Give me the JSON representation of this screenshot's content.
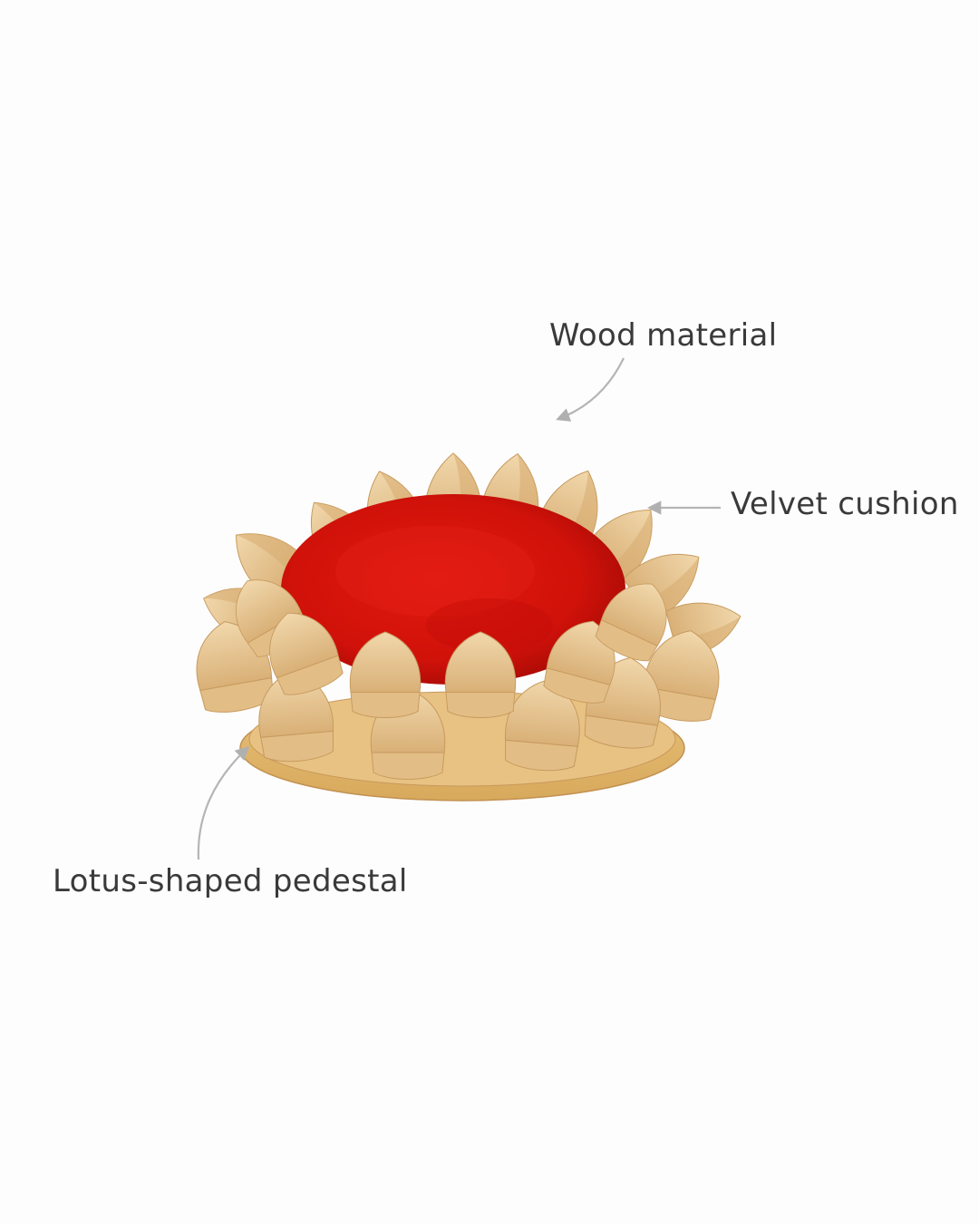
{
  "image": {
    "description": "Wooden lotus-shaped pedestal with red velvet cushion, annotated with callouts",
    "background_color": "#fdfdfd"
  },
  "callouts": [
    {
      "id": "wood",
      "label": "Wood material",
      "arrow_direction": "curved-down-left"
    },
    {
      "id": "velvet",
      "label": "Velvet cushion",
      "arrow_direction": "left"
    },
    {
      "id": "lotus",
      "label": "Lotus-shaped pedestal",
      "arrow_direction": "curved-up-right"
    }
  ],
  "colors": {
    "label_text": "#3a3a3a",
    "arrow": "#b0b0b0",
    "wood_light": "#eccf9f",
    "wood_mid": "#dcb47a",
    "wood_dark": "#c99a5c",
    "velvet": "#d8140c",
    "velvet_dark": "#b50c06"
  }
}
